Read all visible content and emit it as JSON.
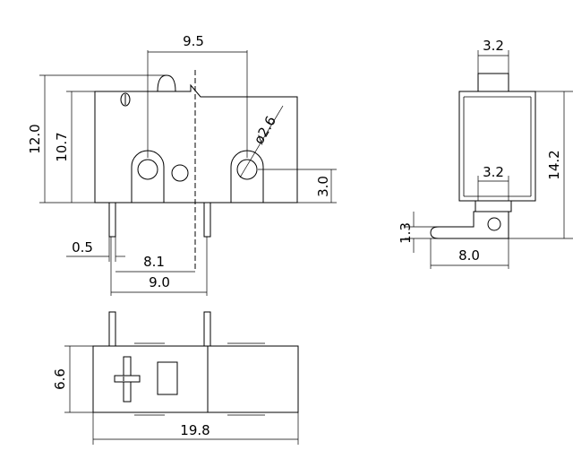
{
  "drawing": {
    "front_view": {
      "dim_hole_spacing": "9.5",
      "dim_hole_diameter": "ø2.6",
      "dim_total_height": "12.0",
      "dim_body_height": "10.7",
      "dim_hole_height": "3.0",
      "dim_pin_width": "0.5",
      "dim_pin_offset": "8.1",
      "dim_pin_spacing": "9.0"
    },
    "side_view": {
      "dim_plunger_width": "3.2",
      "dim_inner_width": "3.2",
      "dim_height": "14.2",
      "dim_lever_thickness": "1.3",
      "dim_lever_length": "8.0"
    },
    "top_view": {
      "dim_width": "6.6",
      "dim_length": "19.8"
    }
  }
}
